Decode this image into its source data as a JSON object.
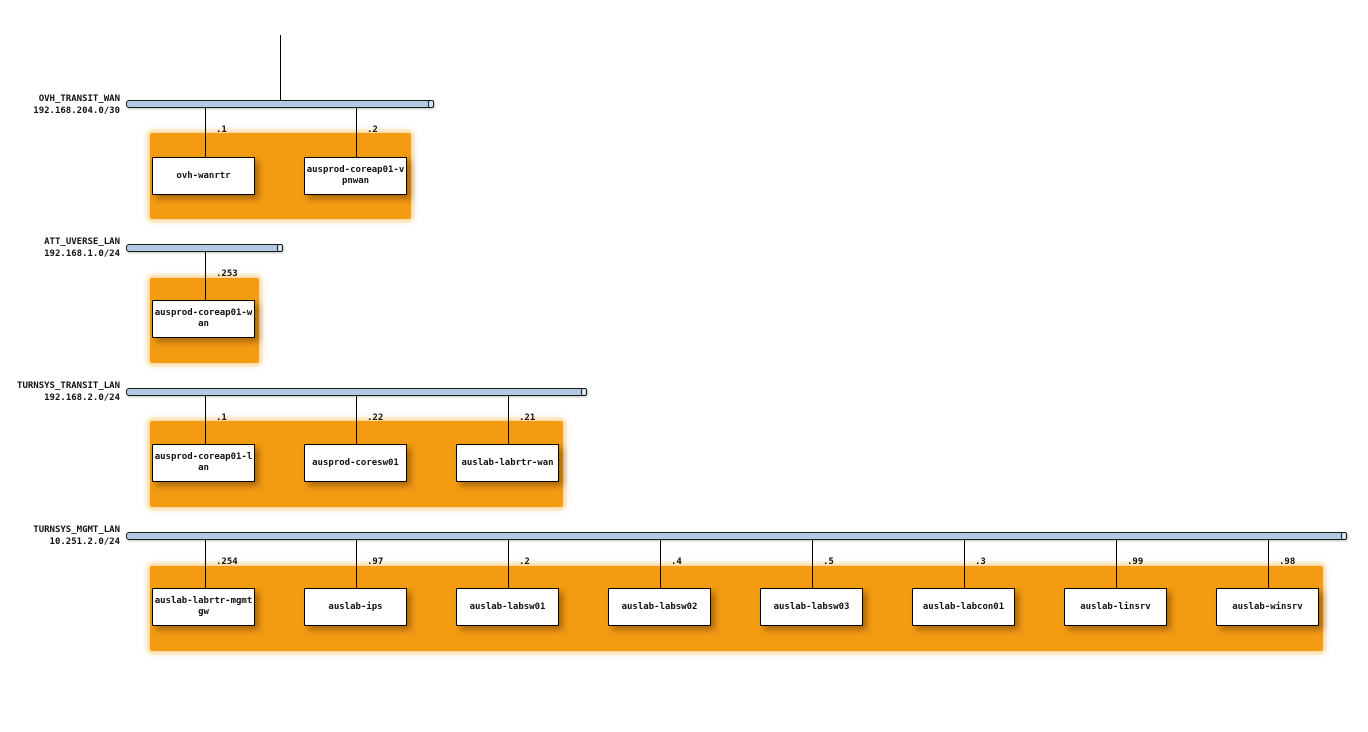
{
  "colors": {
    "bus_fill": "#b4c8e4",
    "group_fill": "#f39c12",
    "node_fill": "#ffffff",
    "line": "#000000"
  },
  "networks": [
    {
      "name": "OVH_TRANSIT_WAN",
      "cidr": "192.168.204.0/30",
      "uplink": true,
      "hosts": [
        {
          "name": "ovh-wanrtr",
          "addr": ".1"
        },
        {
          "name": "ausprod-coreap01-vpnwan",
          "addr": ".2"
        }
      ]
    },
    {
      "name": "ATT_UVERSE_LAN",
      "cidr": "192.168.1.0/24",
      "uplink": false,
      "hosts": [
        {
          "name": "ausprod-coreap01-wan",
          "addr": ".253"
        }
      ]
    },
    {
      "name": "TURNSYS_TRANSIT_LAN",
      "cidr": "192.168.2.0/24",
      "uplink": false,
      "hosts": [
        {
          "name": "ausprod-coreap01-lan",
          "addr": ".1"
        },
        {
          "name": "ausprod-coresw01",
          "addr": ".22"
        },
        {
          "name": "auslab-labrtr-wan",
          "addr": ".21"
        }
      ]
    },
    {
      "name": "TURNSYS_MGMT_LAN",
      "cidr": "10.251.2.0/24",
      "uplink": false,
      "hosts": [
        {
          "name": "auslab-labrtr-mgmtgw",
          "addr": ".254"
        },
        {
          "name": "auslab-ips",
          "addr": ".97"
        },
        {
          "name": "auslab-labsw01",
          "addr": ".2"
        },
        {
          "name": "auslab-labsw02",
          "addr": ".4"
        },
        {
          "name": "auslab-labsw03",
          "addr": ".5"
        },
        {
          "name": "auslab-labcon01",
          "addr": ".3"
        },
        {
          "name": "auslab-linsrv",
          "addr": ".99"
        },
        {
          "name": "auslab-winsrv",
          "addr": ".98"
        }
      ]
    }
  ]
}
